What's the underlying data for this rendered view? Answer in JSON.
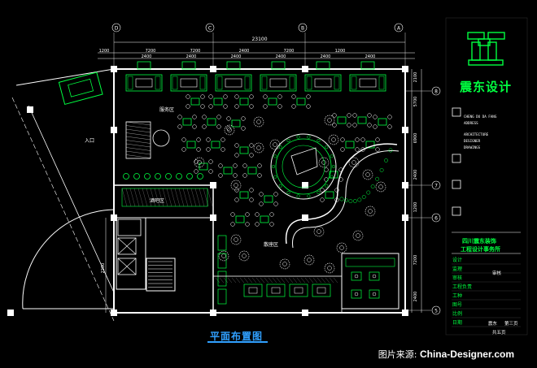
{
  "drawing": {
    "overall_dimension": "23100",
    "column_labels_top": [
      "D",
      "C",
      "B",
      "A"
    ],
    "row_labels_right": [
      "8",
      "7",
      "6",
      "5"
    ],
    "top_dimensions_upper": [
      "1200",
      "7200",
      "7200",
      "2400",
      "7200",
      "1200"
    ],
    "top_dimensions_lower": [
      "2400",
      "2400",
      "2400",
      "2400",
      "2400",
      "2400"
    ],
    "right_dimensions": [
      "2100",
      "5700",
      "6900",
      "2400",
      "1200",
      "7200",
      "2400"
    ],
    "left_dimensions": [
      "2200"
    ],
    "room_labels": [
      "入口",
      "酒吧区",
      "服务区",
      "散座区"
    ],
    "colors": {
      "background": "#000000",
      "walls": "#ffffff",
      "furniture": "#00ff40",
      "dimensions": "#ffffff",
      "title": "#30a0ff"
    }
  },
  "title_block": {
    "brand": "震东设计",
    "firm_lines": [
      "四川震东装饰",
      "工程设计事务所"
    ],
    "fields": [
      "设计",
      "监理",
      "审核",
      "工程负责",
      "工种",
      "图号",
      "比例",
      "日期"
    ],
    "field_values": [
      "审核",
      "震东",
      "第三页",
      "共五页"
    ],
    "project_lines": [
      "CHENG DU DA FANG",
      "ADDRESS",
      "ARCHITECTURE",
      "DESIGNER",
      "DRAWINGS"
    ]
  },
  "plan_title": "平面布置图",
  "watermark": {
    "prefix": "图片来源:",
    "site": "China-Designer.com"
  }
}
